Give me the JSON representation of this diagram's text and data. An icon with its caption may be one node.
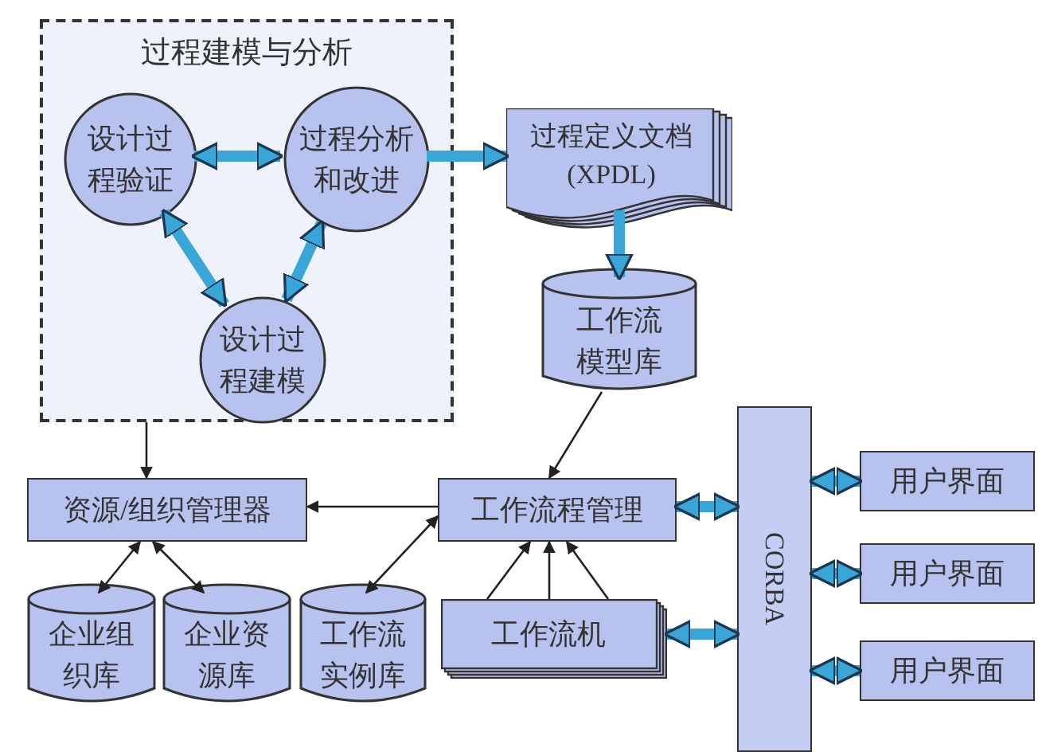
{
  "diagram": {
    "nodes": [
      {
        "text": [
          "过程建模与分析"
        ]
      },
      {
        "text": [
          "设计过程验证"
        ],
        "in": 0
      },
      {
        "text": [
          "过程分析和改进"
        ],
        "in": 0
      },
      {
        "text": [
          "设计过程建模"
        ],
        "in": 0
      },
      {
        "text": [
          "过程定义文档 (XPDL)"
        ]
      },
      {
        "text": [
          "工作流模型库"
        ]
      },
      {
        "text": [
          "资源/组织管理器"
        ]
      },
      {
        "text": [
          "工作流程管理"
        ]
      },
      {
        "text": [
          "CORBA"
        ]
      },
      {
        "text": [
          "用户界面"
        ]
      },
      {
        "text": [
          "用户界面"
        ]
      },
      {
        "text": [
          "用户界面"
        ]
      },
      {
        "text": [
          "企业组织库"
        ]
      },
      {
        "text": [
          "企业资源库"
        ]
      },
      {
        "text": [
          "工作流实例库"
        ]
      },
      {
        "text": [
          "工作流机"
        ]
      }
    ],
    "edges": [
      {
        "from": 1,
        "to": 2,
        "arrow": "both"
      },
      {
        "from": 1,
        "to": 3,
        "arrow": "both"
      },
      {
        "from": 2,
        "to": 3,
        "arrow": "both"
      },
      {
        "from": 2,
        "to": 4,
        "arrow": "to"
      },
      {
        "from": 4,
        "to": 5,
        "arrow": "to"
      },
      {
        "from": 0,
        "to": 6,
        "arrow": "to",
        "color": "#222222"
      },
      {
        "from": 5,
        "to": 7,
        "arrow": "to",
        "color": "#222222"
      },
      {
        "from": 7,
        "to": 6,
        "arrow": "to",
        "color": "#222222"
      },
      {
        "from": 6,
        "to": 12,
        "arrow": "both",
        "color": "#222222"
      },
      {
        "from": 6,
        "to": 13,
        "arrow": "both",
        "color": "#222222"
      },
      {
        "from": 7,
        "to": 14,
        "arrow": "both",
        "color": "#222222"
      },
      {
        "from": 15,
        "to": 7,
        "arrow": "to",
        "color": "#222222"
      },
      {
        "from": 15,
        "to": 7,
        "arrow": "to",
        "color": "#222222"
      },
      {
        "from": 15,
        "to": 7,
        "arrow": "to",
        "color": "#222222"
      },
      {
        "from": 7,
        "to": 8,
        "arrow": "both"
      },
      {
        "from": 15,
        "to": 8,
        "arrow": "both"
      },
      {
        "from": 8,
        "to": 9,
        "arrow": "both"
      },
      {
        "from": 8,
        "to": 10,
        "arrow": "both"
      },
      {
        "from": 8,
        "to": 11,
        "arrow": "both"
      }
    ]
  }
}
